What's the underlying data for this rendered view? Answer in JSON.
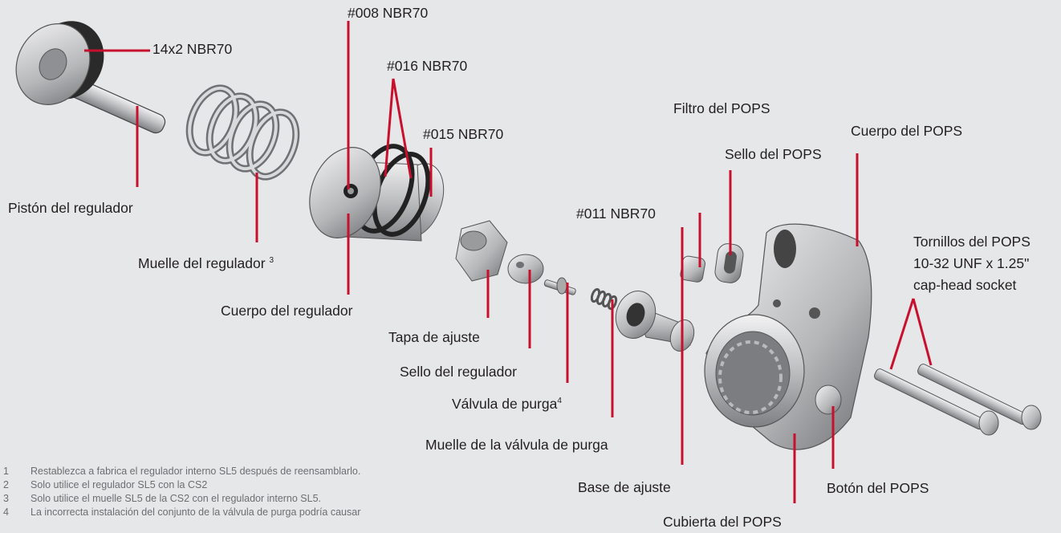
{
  "labels": {
    "oring_14x2": "14x2 NBR70",
    "oring_008": "#008 NBR70",
    "oring_016": "#016 NBR70",
    "oring_015": "#015 NBR70",
    "oring_011": "#011 NBR70",
    "regulator_piston": "Pistón del regulador",
    "regulator_spring": "Muelle del regulador",
    "regulator_spring_note": "3",
    "regulator_body": "Cuerpo del regulador",
    "adjust_cap": "Tapa de ajuste",
    "regulator_seal": "Sello del regulador",
    "purge_valve": "Válvula de purga",
    "purge_valve_note": "4",
    "purge_spring": "Muelle de la válvula de purga",
    "adjust_base": "Base de ajuste",
    "pops_filter": "Filtro del POPS",
    "pops_seal": "Sello del POPS",
    "pops_body": "Cuerpo del POPS",
    "pops_screws_1": "Tornillos del POPS",
    "pops_screws_2": "10-32 UNF x 1.25\"",
    "pops_screws_3": "cap-head socket",
    "pops_button": "Botón del POPS",
    "pops_cover": "Cubierta del POPS"
  },
  "footnotes": [
    {
      "num": "1",
      "text": "Restablezca a fabrica el regulador interno SL5 después de reensamblarlo."
    },
    {
      "num": "2",
      "text": "Solo utilice el regulador SL5 con la CS2"
    },
    {
      "num": "3",
      "text": "Solo utilice el muelle SL5 de la CS2 con el regulador interno SL5."
    },
    {
      "num": "4",
      "text": "La incorrecta instalación del conjunto de la válvula de purga podría causar"
    }
  ],
  "colors": {
    "background": "#e6e7e8",
    "leader": "#c8102e",
    "part": "#b7b8ba",
    "text": "#231f20"
  }
}
